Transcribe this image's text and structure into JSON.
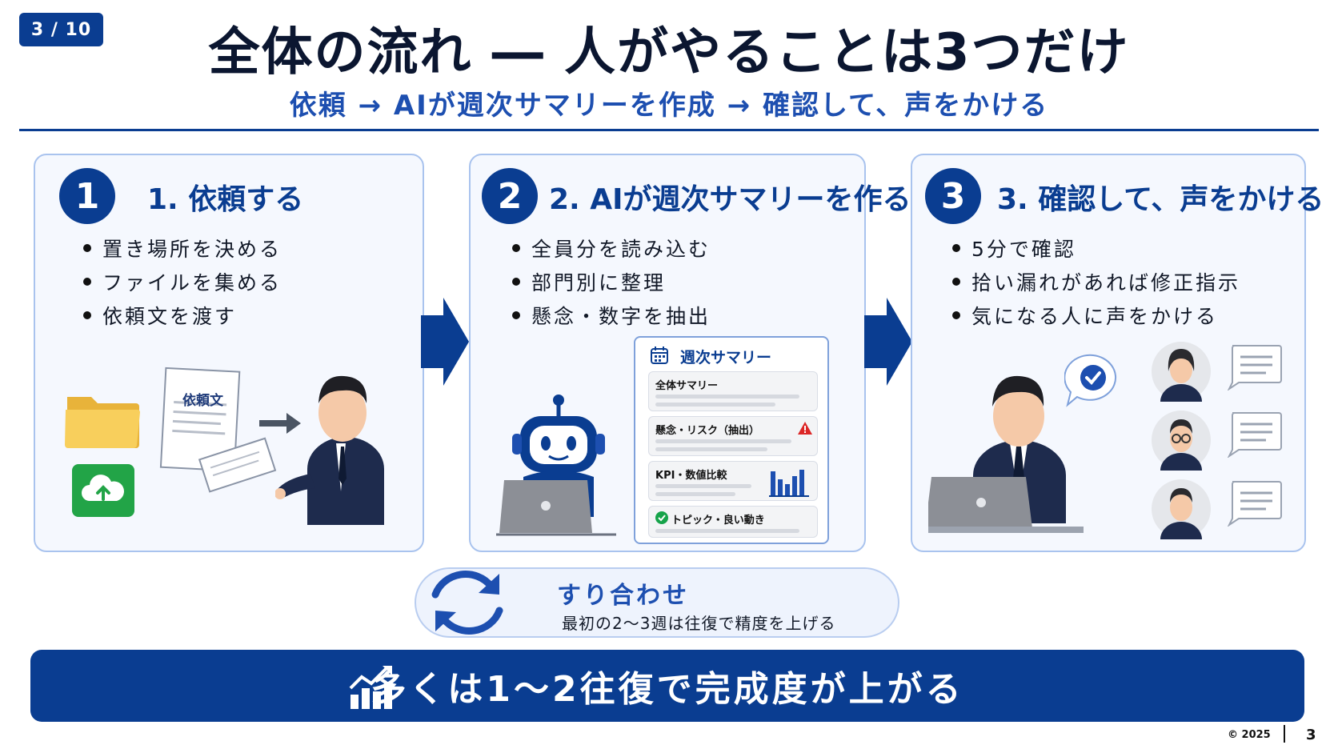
{
  "page_badge": "3 / 10",
  "title": "全体の流れ ― 人がやることは3つだけ",
  "subtitle": "依頼 → AIが週次サマリーを作成 → 確認して、声をかける",
  "steps": [
    {
      "number": "1",
      "title": "1. 依頼する",
      "bullets": [
        "置き場所を決める",
        "ファイルを集める",
        "依頼文を渡す"
      ],
      "doc_label": "依頼文"
    },
    {
      "number": "2",
      "title": "2. AIが週次サマリーを作る",
      "bullets": [
        "全員分を読み込む",
        "部門別に整理",
        "懸念・数字を抽出"
      ],
      "summary": {
        "header": "週次サマリー",
        "items": [
          "全体サマリー",
          "懸念・リスク（抽出）",
          "KPI・数値比較",
          "トピック・良い動き"
        ]
      }
    },
    {
      "number": "3",
      "title": "3. 確認して、声をかける",
      "bullets": [
        "5分で確認",
        "拾い漏れがあれば修正指示",
        "気になる人に声をかける"
      ]
    }
  ],
  "sync": {
    "title": "すり合わせ",
    "text": "最初の2〜3週は往復で精度を上げる"
  },
  "banner": "多くは1〜2往復で完成度が上がる",
  "footer": {
    "copyright": "© 2025",
    "page": "3"
  },
  "colors": {
    "primary": "#0a3d91",
    "accent": "#1d4fb0",
    "card_bg": "#f5f8fe",
    "card_border": "#a9c3ee"
  }
}
